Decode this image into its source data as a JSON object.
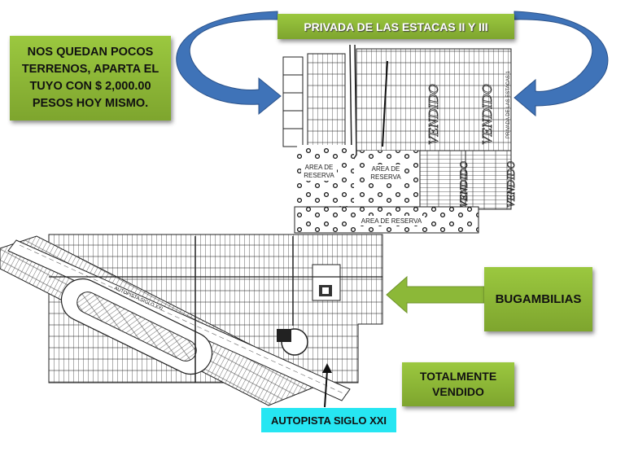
{
  "promo": {
    "lines": [
      "NOS QUEDAN POCOS",
      "TERRENOS, APARTA EL",
      "TUYO CON $ 2,000.00",
      "PESOS HOY MISMO."
    ]
  },
  "privada_label": "PRIVADA DE LAS ESTACAS II Y III",
  "bugambilias_label": "BUGAMBILIAS",
  "totalmente_vendido": [
    "TOTALMENTE",
    "VENDIDO"
  ],
  "autopista_label": "AUTOPISTA SIGLO XXI",
  "map_labels": {
    "area_reserva_1": [
      "AREA DE",
      "RESERVA"
    ],
    "area_reserva_2": [
      "AREA DE",
      "RESERVA"
    ],
    "area_reserva_3": "AREA DE RESERVA",
    "vendido_stamp": "VENDIDO",
    "privada_estacas_1": "PRIVADA DE LAS ESTACAS 1",
    "autopista_road": "AUTOPISTA SIGLO XXI"
  },
  "colors": {
    "label_green": "#8cb838",
    "arrow_blue": "#3f73b8",
    "arrow_green": "#8cb838",
    "autopista_cyan": "#26e6f2"
  }
}
